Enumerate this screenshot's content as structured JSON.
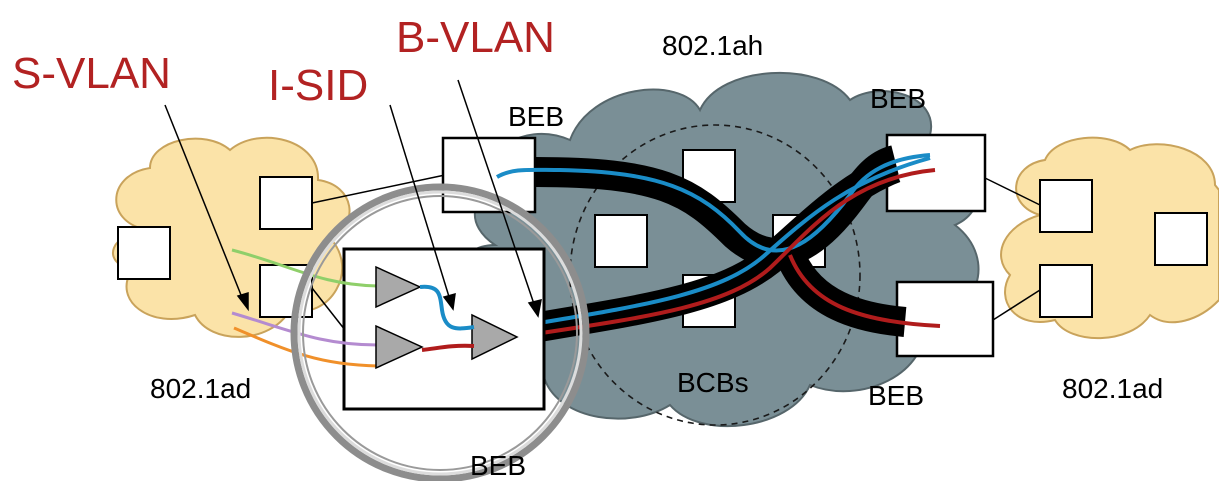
{
  "labels": {
    "s_vlan": "S-VLAN",
    "i_sid": "I-SID",
    "b_vlan": "B-VLAN",
    "pbb_cloud": "802.1ah",
    "left_cloud": "802.1ad",
    "right_cloud": "802.1ad",
    "beb_top_left": "BEB",
    "beb_top_right": "BEB",
    "beb_bottom_right": "BEB",
    "beb_magnified": "BEB",
    "bcbs": "BCBs"
  },
  "colors": {
    "callout_red": "#b22222",
    "pbb_cloud_fill": "#7a8f96",
    "customer_cloud_fill": "#fbe3a8",
    "service_blue": "#1a8cc7",
    "service_red": "#b01c1c",
    "backbone_black": "#000000",
    "svlan_green": "#8fcf6a",
    "svlan_purple": "#b48bd0",
    "svlan_orange": "#f0902a",
    "magnifier_ring": "#a7a7a7",
    "triangle_fill": "#a9a9a9"
  },
  "icons": {
    "magnifier": "magnifier-lens-icon",
    "service_instance": "triangle-icon"
  }
}
